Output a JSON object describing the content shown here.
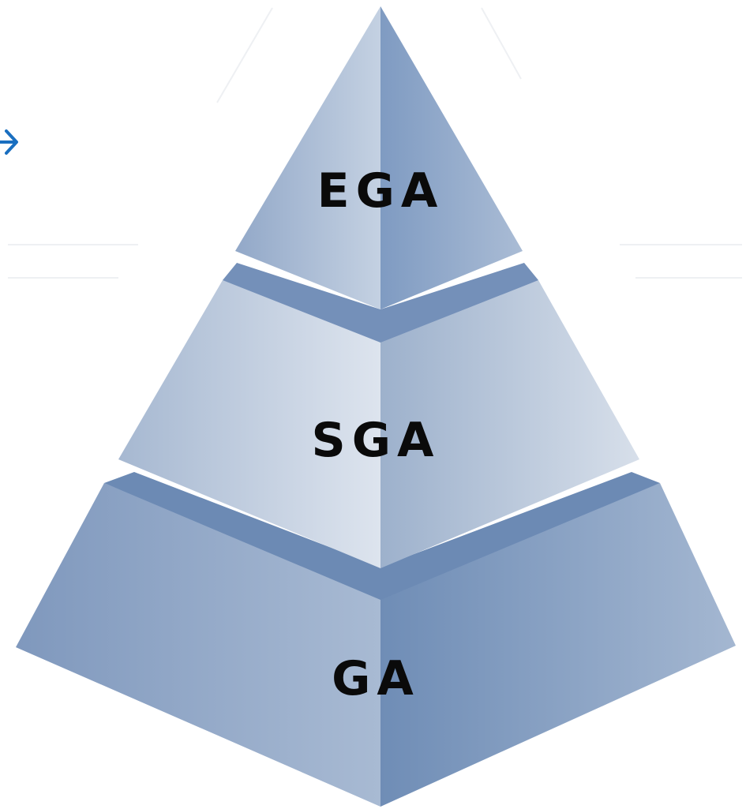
{
  "diagram": {
    "tiers": [
      {
        "id": "top",
        "label": "EGA"
      },
      {
        "id": "middle",
        "label": "SGA"
      },
      {
        "id": "bottom",
        "label": "GA"
      }
    ],
    "arrow_icon": "arrow-right-icon",
    "colors": {
      "arrow": "#1a6fc0",
      "label": "#0a0a0a",
      "light_face": "#d8e0eb",
      "mid_face": "#9eb2cd",
      "dark_face": "#6f8db6",
      "ledge": "#6a88b2"
    }
  }
}
